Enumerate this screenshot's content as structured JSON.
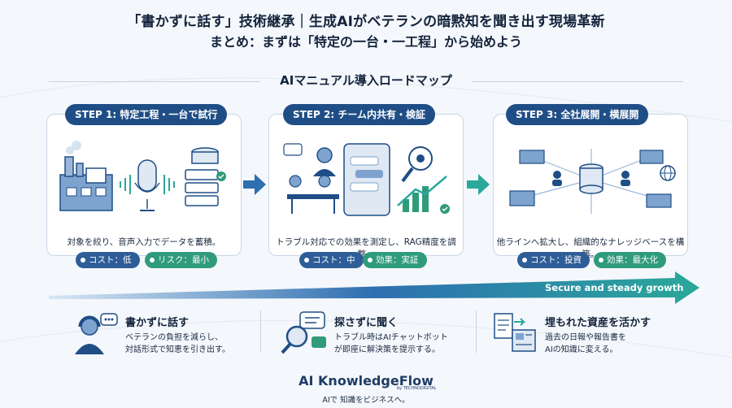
{
  "header": {
    "title": "「書かずに話す」技術継承｜生成AIがベテランの暗黙知を聞き出す現場革新",
    "subtitle": "まとめ：まずは「特定の一台・一工程」から始めよう"
  },
  "roadmap": {
    "title": "AIマニュアル導入ロードマップ",
    "steps": [
      {
        "label": "STEP 1: 特定工程・一台で試行",
        "desc": "対象を絞り、音声入力でデータを蓄積。",
        "tags": [
          "コスト：低",
          "リスク：最小"
        ]
      },
      {
        "label": "STEP 2: チーム内共有・検証",
        "desc": "トラブル対応での効果を測定し、RAG精度を調整。",
        "tags": [
          "コスト：中",
          "効果：実証"
        ]
      },
      {
        "label": "STEP 3: 全社展開・横展開",
        "desc": "他ラインへ拡大し、組織的なナレッジベースを構築。",
        "tags": [
          "コスト：投資",
          "効果：最大化"
        ]
      }
    ],
    "growth_label": "Secure and steady growth"
  },
  "features": [
    {
      "title": "書かずに話す",
      "line1": "ベテランの負担を減らし、",
      "line2": "対話形式で知恵を引き出す。",
      "icon": "headset-operator-icon"
    },
    {
      "title": "探さずに聞く",
      "line1": "トラブル時はAIチャットボット",
      "line2": "が即座に解決策を提示する。",
      "icon": "chat-search-icon"
    },
    {
      "title": "埋もれた資産を活かす",
      "line1": "過去の日報や報告書を",
      "line2": "AIの知識に変える。",
      "icon": "documents-icon"
    }
  ],
  "footer": {
    "brand": "AI KnowledgeFlow",
    "brand_sub": "by TECHNODIGITAL",
    "tagline": "AIで 知識をビジネスへ。"
  },
  "colors": {
    "navy": "#1f4e86",
    "green": "#2f9b7a",
    "teal": "#2aa89a",
    "background": "#f4f7fb"
  }
}
